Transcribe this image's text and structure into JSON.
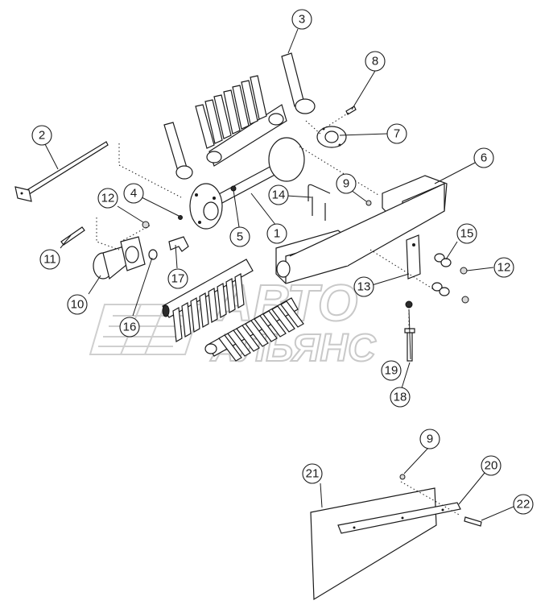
{
  "diagram": {
    "callouts": [
      {
        "id": "c1",
        "label": "1"
      },
      {
        "id": "c2",
        "label": "2"
      },
      {
        "id": "c3",
        "label": "3"
      },
      {
        "id": "c4",
        "label": "4"
      },
      {
        "id": "c5",
        "label": "5"
      },
      {
        "id": "c6",
        "label": "6"
      },
      {
        "id": "c7",
        "label": "7"
      },
      {
        "id": "c8",
        "label": "8"
      },
      {
        "id": "c9a",
        "label": "9"
      },
      {
        "id": "c9b",
        "label": "9"
      },
      {
        "id": "c10",
        "label": "10"
      },
      {
        "id": "c11",
        "label": "11"
      },
      {
        "id": "c12a",
        "label": "12"
      },
      {
        "id": "c12b",
        "label": "12"
      },
      {
        "id": "c13",
        "label": "13"
      },
      {
        "id": "c14",
        "label": "14"
      },
      {
        "id": "c15",
        "label": "15"
      },
      {
        "id": "c16",
        "label": "16"
      },
      {
        "id": "c17",
        "label": "17"
      },
      {
        "id": "c18",
        "label": "18"
      },
      {
        "id": "c19",
        "label": "19"
      },
      {
        "id": "c20",
        "label": "20"
      },
      {
        "id": "c21",
        "label": "21"
      },
      {
        "id": "c22",
        "label": "22"
      }
    ],
    "watermark": {
      "line1": "АВТО",
      "line2": "АЛЬЯНС"
    },
    "colors": {
      "line": "#1a1a1a",
      "watermark": "#c9c9c9",
      "background": "#ffffff"
    }
  }
}
